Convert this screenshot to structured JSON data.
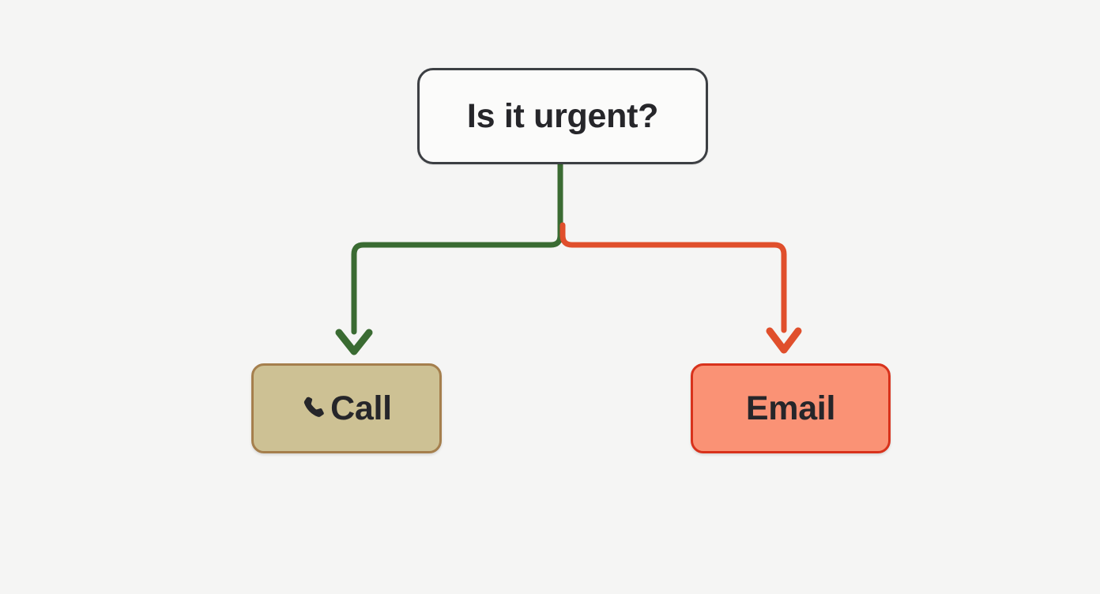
{
  "diagram": {
    "type": "flowchart",
    "title": "Is it urgent? decision flow",
    "background_color": "#f5f5f4",
    "nodes": [
      {
        "id": "decision",
        "label": "Is it urgent?",
        "shape": "rounded-rectangle",
        "fill": "#fbfbfa",
        "stroke": "#3c3f43",
        "text_color": "#26262a"
      },
      {
        "id": "call",
        "label": "Call",
        "icon": "phone-icon",
        "shape": "rounded-rectangle",
        "fill": "#cdc194",
        "stroke": "#a57f4d",
        "text_color": "#26262a"
      },
      {
        "id": "email",
        "label": "Email",
        "shape": "rounded-rectangle",
        "fill": "#fa9275",
        "stroke": "#d8321c",
        "text_color": "#26262a"
      }
    ],
    "edges": [
      {
        "id": "edge-decision-call",
        "from": "decision",
        "to": "call",
        "color": "#3a6b32",
        "label": "",
        "arrowhead": "chevron"
      },
      {
        "id": "edge-decision-email",
        "from": "decision",
        "to": "email",
        "color": "#e04f2c",
        "label": "",
        "arrowhead": "chevron"
      }
    ]
  }
}
